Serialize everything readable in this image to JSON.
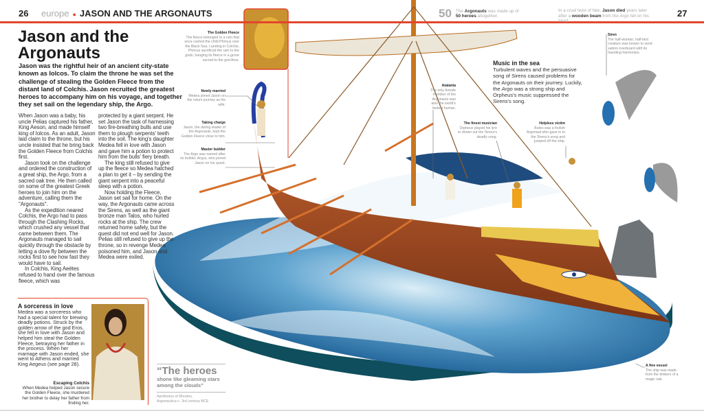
{
  "header": {
    "left_page": "26",
    "section": "europe",
    "title": "JASON AND THE ARGONAUTS",
    "right_page": "27"
  },
  "facts": {
    "stat_number": "50",
    "stat_text_a": "The ",
    "stat_bold_a": "Argonauts",
    "stat_text_b": " was made up of ",
    "stat_bold_b": "50 heroes",
    "stat_text_c": " altogether.",
    "death_a": "In a cruel twist of fate, ",
    "death_bold_a": "Jason died",
    "death_b": " years later after a ",
    "death_bold_b": "wooden beam",
    "death_c": " from the ",
    "death_italic": "Argo",
    "death_d": " fell on his head."
  },
  "article": {
    "title": "Jason and the Argonauts",
    "intro": "Jason was the rightful heir of an ancient city-state known as Iolcos. To claim the throne he was set the challenge of stealing the Golden Fleece from the distant land of Colchis. Jason recruited the greatest heroes to accompany him on his voyage, and together they set sail on the legendary ship, the Argo.",
    "col1": [
      "When Jason was a baby, his uncle Pelias captured his father, King Aeson, and made himself king of Iolcos. As an adult, Jason laid claim to the throne, but his uncle insisted that he bring back the Golden Fleece from Colchis first.",
      "Jason took on the challenge and ordered the construction of a great ship, the Argo, from a sacred oak tree. He then called on some of the greatest Greek heroes to join him on the adventure, calling them the \"Argonauts\".",
      "As the expedition neared Colchis, the Argo had to pass through the Clashing Rocks, which crushed any vessel that came between them. The Argonauts managed to sail quickly through the obstacle by letting a dove fly between the rocks first to see how fast they would have to sail.",
      "In Colchis, King Aeëtes refused to hand over the famous fleece, which was"
    ],
    "col2": [
      "protected by a giant serpent. He set Jason the task of harnessing two fire-breathing bulls and use them to plough serpents' teeth into the soil. The king's daughter Medea fell in love with Jason and gave him a potion to protect him from the bulls' fiery breath.",
      "The king still refused to give up the fleece so Medea hatched a plan to get it – by sending the giant serpent into a peaceful sleep with a potion.",
      "Now holding the Fleece, Jason set sail for home. On the way, the Argonauts came across the Sirens, as well as the giant bronze man Talos, who hurled rocks at the ship. The crew returned home safely, but the quest did not end well for Jason. Pelias still refused to give up the throne, so in revenge Medea poisoned him, and Jason and Medea were exiled."
    ]
  },
  "sidebar": {
    "title": "A sorceress in love",
    "text": "Medea was a sorceress who had a special talent for brewing deadly potions. Struck by the golden arrow of the god Eros, she fell in love with Jason and helped him steal the Golden Fleece, betraying her father in the process. When her marriage with Jason ended, she went to Athens and married King Aegeus (see page 28).",
    "caption_title": "Escaping Colchis",
    "caption_text": "When Medea helped Jason secure the Golden Fleece, she murdered her brother to delay her father from finding her."
  },
  "quote": {
    "big": "“The heroes",
    "rest": "shone like gleaming stars among the clouds”",
    "source": "Apollonius of Rhodes,",
    "work": "Argonautica",
    "date": "c. 3rd century BCE"
  },
  "music": {
    "title": "Music in the sea",
    "text_a": "Turbulent waves and the persuasive song of Sirens caused problems for the Argonauts on their journey. Luckily, the ",
    "italic": "Argo",
    "text_b": " was a strong ship and Orpheus's music suppressed the Sirens's song."
  },
  "labels": [
    {
      "title": "The Golden Fleece",
      "text": "The fleece belonged to a ram that once carried the child Phrixus over the Black Sea. Landing in Colchis, Phrixus sacrificed the ram to the gods, hanging its fleece in a grove sacred to the god Ares."
    },
    {
      "title": "Newly married",
      "text": "Medea joined Jason on the return journey as his wife."
    },
    {
      "title": "Taking charge",
      "text": "Jason, the daring leader of the Argonauts, kept the Golden Fleece close to him."
    },
    {
      "title": "Master builder",
      "text": "The Argo was named after its builder, Argus, who joined Jason on his quest."
    },
    {
      "title": "Atalanta",
      "text": "The only female member of the Argonauts was also the world's fastest human."
    },
    {
      "title": "The finest musician",
      "text": "Orpheus played his lyre to drown out the Sirens's deadly song."
    },
    {
      "title": "Helpless victim",
      "text": "Butes was a foolish Argonaut who gave in to the Sirens's song and jumped off the ship."
    },
    {
      "title": "Siren",
      "text": "The half-woman, half-bird creature was known to send sailors overboard with its haunting harmonies."
    },
    {
      "title": "A fine vessel",
      "text": "The ship was made from the timbers of a magic oak."
    }
  ],
  "colors": {
    "accent": "#e2452c",
    "sea": "#2f7fb6",
    "hull": "#b5542a"
  }
}
